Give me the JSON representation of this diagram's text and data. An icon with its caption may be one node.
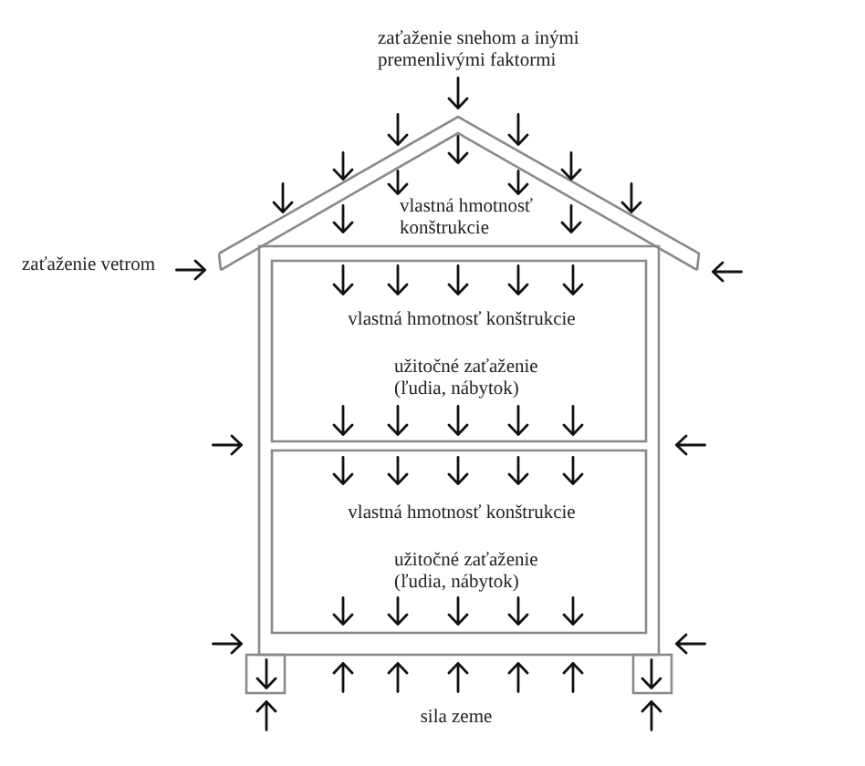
{
  "diagram": {
    "labels": [
      "zaťaženie snehom a inými premenlivými faktormi",
      "vlastná hmotnosť konštrukcie",
      "zaťaženie vetrom",
      "vlastná hmotnosť konštrukcie",
      "užitočné zaťaženie (ľudia, nábytok)",
      "vlastná hmotnosť konštrukcie",
      "užitočné zaťaženie (ľudia, nábytok)",
      "sila zeme"
    ]
  }
}
